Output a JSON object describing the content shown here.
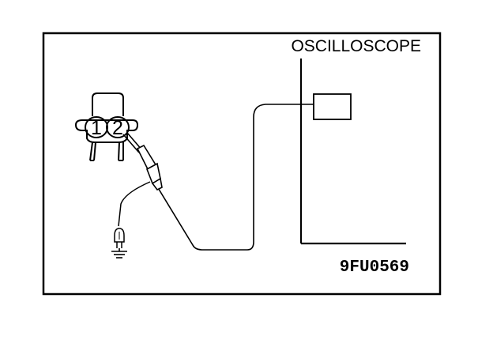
{
  "diagram": {
    "device_label": "OSCILLOSCOPE",
    "figure_code": "9FU0569",
    "connector": {
      "pins": [
        "1",
        "2"
      ]
    },
    "icons": {
      "connector": "two-pin-connector-icon",
      "probe": "oscilloscope-probe-icon",
      "ground_clip": "ground-clip-icon",
      "ground": "ground-symbol-icon"
    },
    "colors": {
      "line": "#000000",
      "background": "#ffffff"
    }
  }
}
